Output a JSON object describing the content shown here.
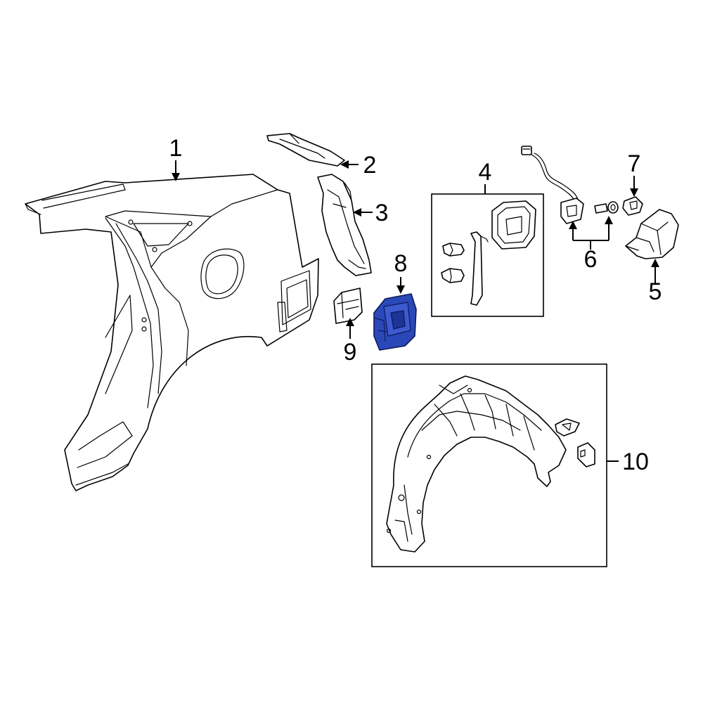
{
  "diagram": {
    "callouts": [
      {
        "id": "1",
        "text": "1"
      },
      {
        "id": "2",
        "text": "2"
      },
      {
        "id": "3",
        "text": "3"
      },
      {
        "id": "4",
        "text": "4"
      },
      {
        "id": "5",
        "text": "5"
      },
      {
        "id": "6",
        "text": "6"
      },
      {
        "id": "7",
        "text": "7"
      },
      {
        "id": "8",
        "text": "8"
      },
      {
        "id": "9",
        "text": "9"
      },
      {
        "id": "10",
        "text": "10"
      }
    ],
    "colors": {
      "highlight_fill": "#2a48b8",
      "highlight_stroke": "#0d1a5c",
      "line": "#000000",
      "background": "#ffffff"
    },
    "highlighted_part": "8"
  }
}
